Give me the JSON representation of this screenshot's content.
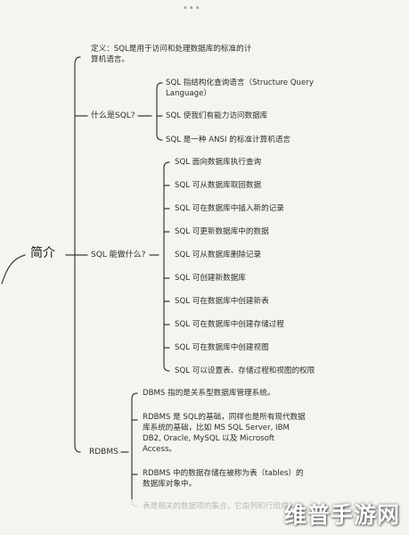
{
  "header": {
    "menu_dots": "•••"
  },
  "root": {
    "label": "简介"
  },
  "branches": [
    {
      "label": "",
      "children": [
        {
          "text": "定义：SQL是用于访问和处理数据库的标准的计\n算机语言。"
        }
      ]
    },
    {
      "label": "什么是SQL?",
      "children": [
        {
          "text": "SQL 指结构化查询语言（Structure Query\nLanguage）"
        },
        {
          "text": "SQL 使我们有能力访问数据库"
        },
        {
          "text": "SQL 是一种 ANSI 的标准计算机语言"
        }
      ]
    },
    {
      "label": "SQL 能做什么?",
      "children": [
        {
          "text": "SQL 面向数据库执行查询"
        },
        {
          "text": "SQL 可从数据库取回数据"
        },
        {
          "text": "SQL 可在数据库中插入新的记录"
        },
        {
          "text": "SQL 可更新数据库中的数据"
        },
        {
          "text": "SQL 可从数据库删除记录"
        },
        {
          "text": "SQL 可创建新数据库"
        },
        {
          "text": "SQL 可在数据库中创建新表"
        },
        {
          "text": "SQL 可在数据库中创建存储过程"
        },
        {
          "text": "SQL 可在数据库中创建视图"
        },
        {
          "text": "SQL 可以设置表、存储过程和视图的权限"
        }
      ]
    },
    {
      "label": "RDBMS",
      "children": [
        {
          "text": "DBMS 指的是关系型数据库管理系统。"
        },
        {
          "text": "RDBMS 是 SQL的基础，同样也是所有现代数据\n库系统的基础，比如 MS SQL Server, IBM\nDB2, Oracle, MySQL 以及 Microsoft\nAccess。"
        },
        {
          "text": "RDBMS 中的数据存储在被称为表（tables）的\n数据库对象中。"
        },
        {
          "text": "表是相关的数据项的集合，它由列和行组成。",
          "faded": true
        }
      ]
    }
  ],
  "watermark": {
    "text": "维普手游网"
  }
}
